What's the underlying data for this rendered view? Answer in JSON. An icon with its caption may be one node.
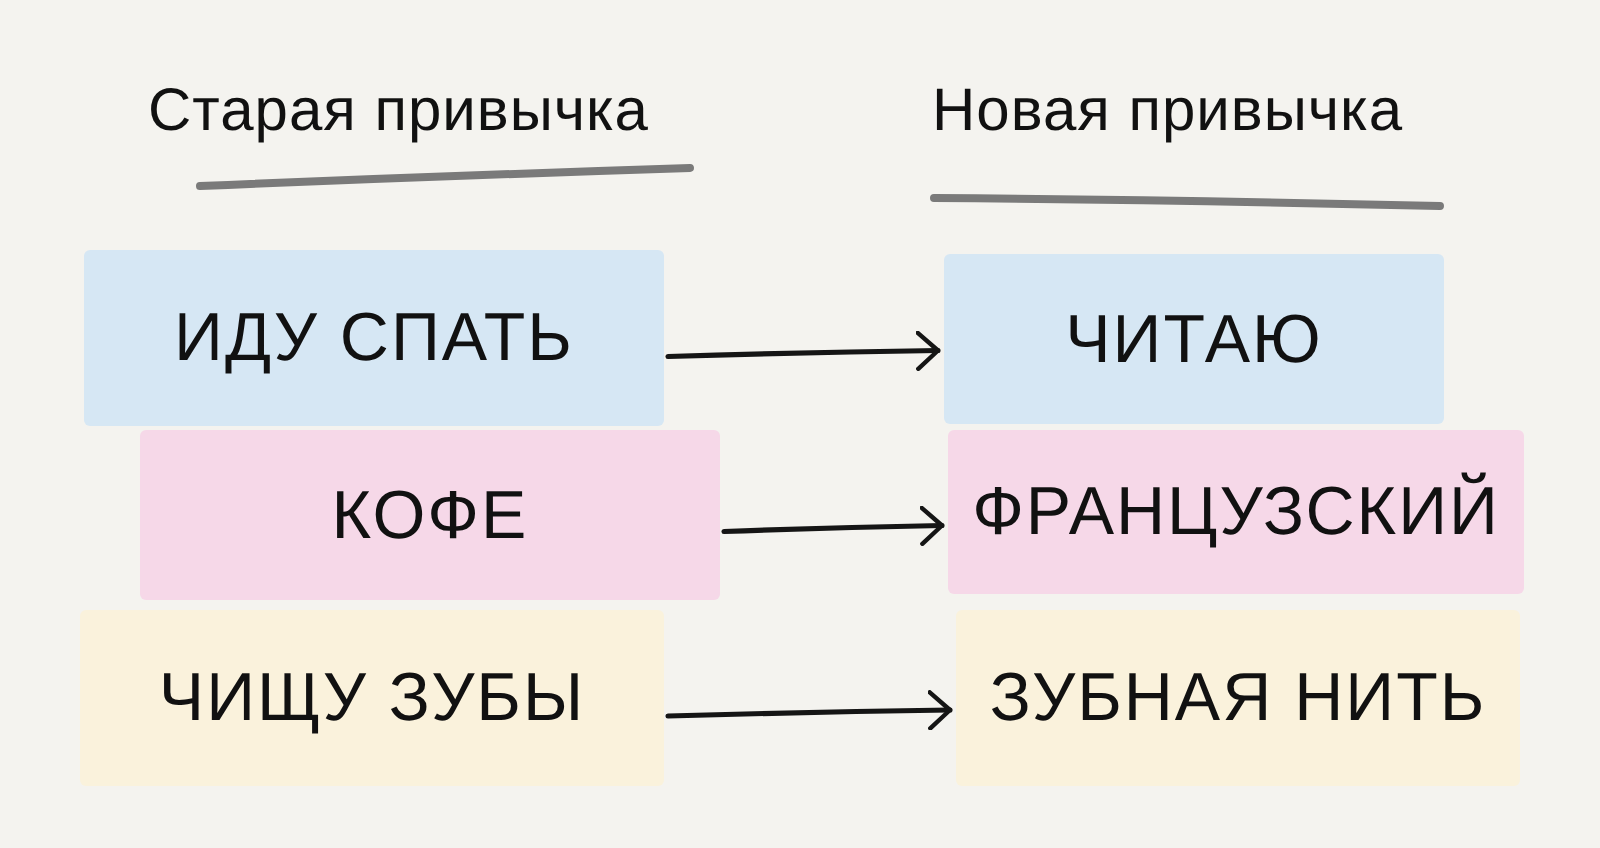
{
  "diagram": {
    "nodes": [
      {
        "text": [
          "ИДУ СПАТЬ"
        ]
      },
      {
        "text": [
          "КОФЕ"
        ]
      },
      {
        "text": [
          "ЧИЩУ ЗУБЫ"
        ]
      },
      {
        "text": [
          "ЧИТАЮ"
        ]
      },
      {
        "text": [
          "ФРАНЦУЗСКИЙ"
        ]
      },
      {
        "text": [
          "ЗУБНАЯ НИТЬ"
        ]
      }
    ],
    "edges": [
      {
        "from": 0,
        "to": 3,
        "arrow": "to"
      },
      {
        "from": 1,
        "to": 4,
        "arrow": "to"
      },
      {
        "from": 2,
        "to": 5,
        "arrow": "to"
      }
    ],
    "labels": [
      "Старая привычка",
      "Новая привычка"
    ]
  }
}
